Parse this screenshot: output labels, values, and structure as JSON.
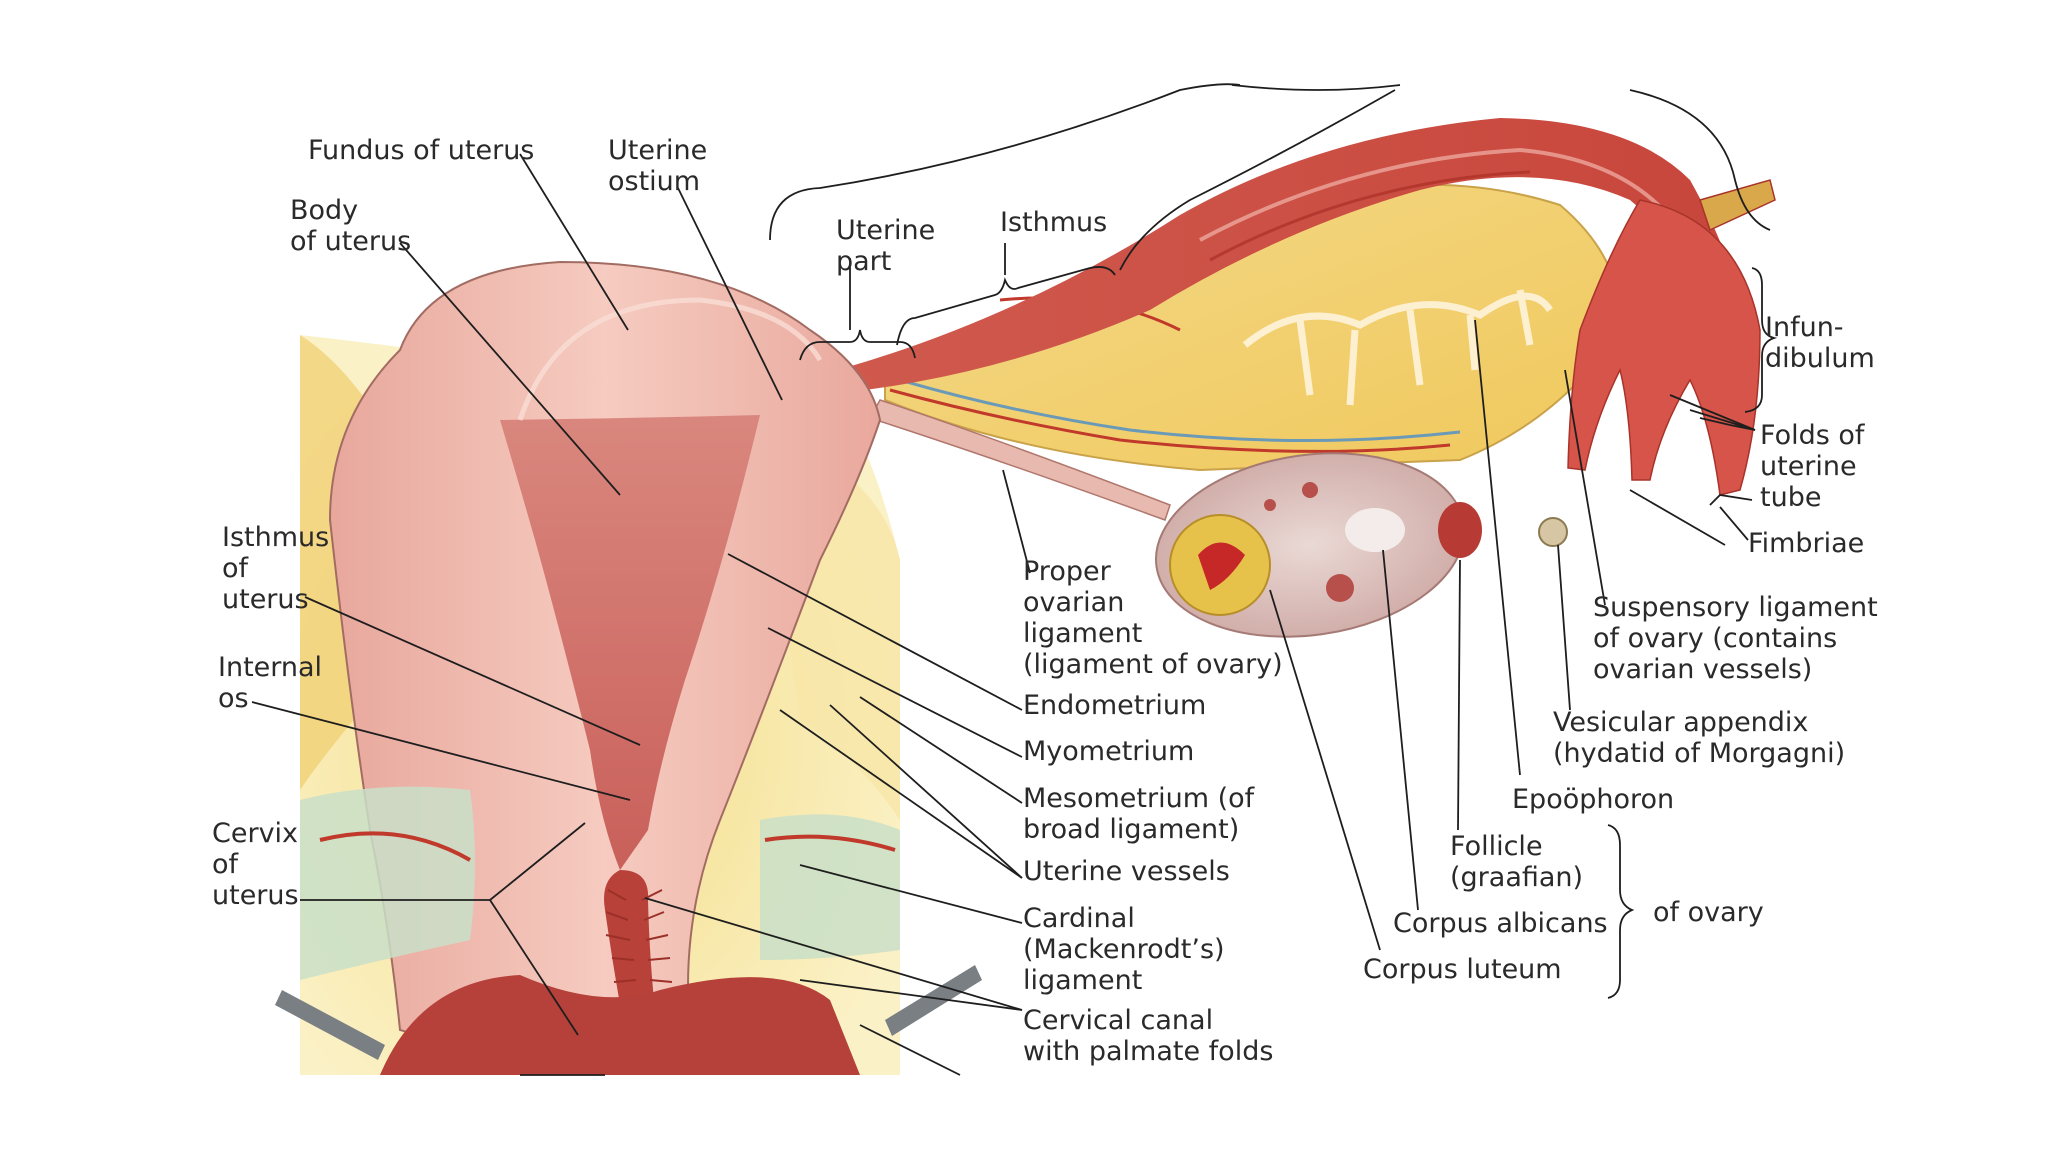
{
  "labels": {
    "fundus": "Fundus of uterus",
    "uterine_ostium": "Uterine\nostium",
    "body": "Body\nof uterus",
    "uterine_part": "Uterine\npart",
    "isthmus_tube": "Isthmus",
    "infundibulum": "Infun-\ndibulum",
    "folds_tube": "Folds of\nuterine\ntube",
    "fimbriae": "Fimbriae",
    "isthmus_uterus": "Isthmus\nof\nuterus",
    "internal_os": "Internal\nos",
    "cervix": "Cervix\nof\nuterus",
    "proper_ovarian": "Proper\novarian\nligament\n(ligament of ovary)",
    "endometrium": "Endometrium",
    "myometrium": "Myometrium",
    "mesometrium": "Mesometrium (of\nbroad ligament)",
    "uterine_vessels": "Uterine vessels",
    "cardinal": "Cardinal\n(Mackenrodt’s)\nligament",
    "cervical_canal": "Cervical canal\nwith palmate folds",
    "suspensory": "Suspensory ligament\nof ovary (contains\novarian vessels)",
    "vesicular": "Vesicular appendix\n(hydatid of Morgagni)",
    "epoophoron": "Epoöphoron",
    "follicle": "Follicle\n(graafian)",
    "corpus_albicans": "Corpus albicans",
    "corpus_luteum": "Corpus luteum",
    "of_ovary": "of ovary"
  }
}
